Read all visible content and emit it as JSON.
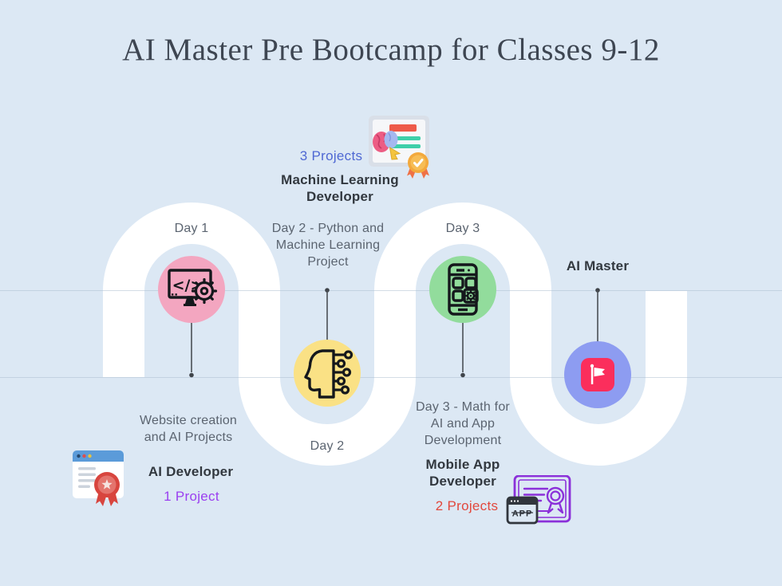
{
  "title": "AI Master Pre Bootcamp for Classes 9-12",
  "sections": {
    "day1": {
      "day_label": "Day 1",
      "description": [
        "Website creation",
        "and AI Projects"
      ],
      "role": [
        "AI Developer"
      ],
      "projects": "1 Project"
    },
    "day2": {
      "day_label": "Day 2",
      "description": [
        "Day 2 - Python and",
        "Machine Learning",
        "Project"
      ],
      "role": [
        "Machine Learning",
        "Developer"
      ],
      "projects": "3 Projects"
    },
    "day3": {
      "day_label": "Day 3",
      "description": [
        "Day 3 - Math for",
        "AI and App",
        "Development"
      ],
      "role": [
        "Mobile App",
        "Developer"
      ],
      "projects": "2 Projects"
    },
    "master": {
      "label": "AI Master"
    }
  },
  "icons": {
    "day1_circle": "code-monitor-icon",
    "day2_circle": "ai-head-circuit-icon",
    "day3_circle": "mobile-app-icon",
    "master_circle": "flag-icon",
    "day1_award": "website-ribbon-award-icon",
    "day2_award": "ml-brain-certificate-icon",
    "day3_award": "app-certificate-icon"
  },
  "colors": {
    "background": "#dce8f4",
    "path": "#ffffff",
    "title_text": "#3e4652",
    "label_text": "#5b6470",
    "heading_text": "#32383f",
    "day1_circle": "#f3a6c0",
    "day2_circle": "#fae185",
    "day3_circle": "#92dc9c",
    "master_circle": "#8d9cf1",
    "flag_badge": "#fb2e5c",
    "projects_day1": "#9b3ff0",
    "projects_day2": "#4f68d3",
    "projects_day3": "#e2483d"
  }
}
